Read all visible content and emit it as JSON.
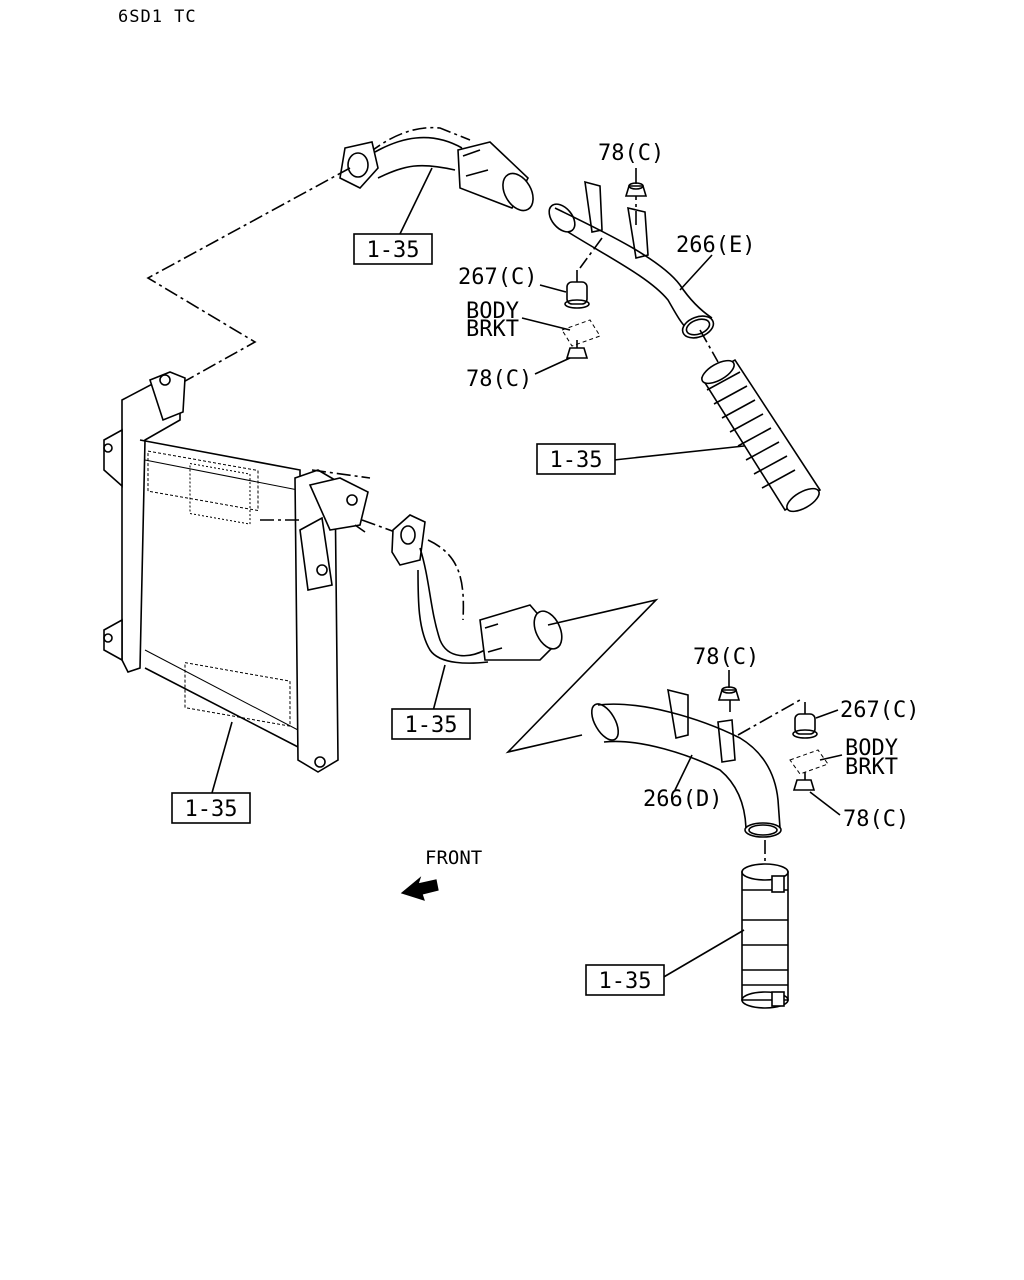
{
  "header": {
    "title": "6SD1 TC"
  },
  "front_label": "FRONT",
  "callouts": {
    "ref_upper_pipe": "1-35",
    "ref_upper_hose": "1-35",
    "ref_lower_pipe": "1-35",
    "ref_radiator": "1-35",
    "ref_lower_hose": "1-35",
    "nut_upper_top": "78(C)",
    "nut_upper_bottom": "78(C)",
    "nut_lower_top": "78(C)",
    "nut_lower_bottom": "78(C)",
    "pipe_upper": "266(E)",
    "pipe_lower": "266(D)",
    "mount_upper": "267(C)",
    "mount_lower": "267(C)",
    "bracket_upper": "BODY BRKT",
    "bracket_lower": "BODY BRKT",
    "bracket_upper_line1": "BODY",
    "bracket_upper_line2": "BRKT",
    "bracket_lower_line1": "BODY",
    "bracket_lower_line2": "BRKT"
  }
}
